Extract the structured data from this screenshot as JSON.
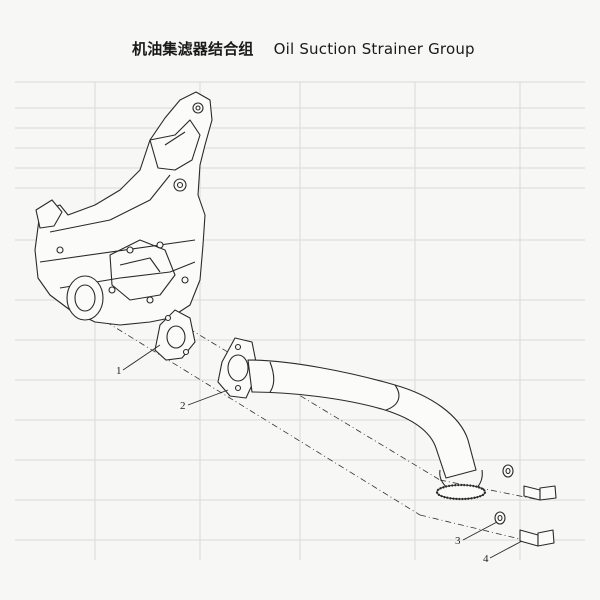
{
  "title": {
    "cn": "机油集滤器结合组",
    "en": "Oil Suction Strainer Group"
  },
  "callouts": [
    {
      "id": "1",
      "label": "1"
    },
    {
      "id": "2",
      "label": "2"
    },
    {
      "id": "3",
      "label": "3"
    },
    {
      "id": "4",
      "label": "4"
    }
  ],
  "colors": {
    "line": "#2a2a2a",
    "faint": "#d6d6d6",
    "bleed": "#c9c9c9"
  }
}
